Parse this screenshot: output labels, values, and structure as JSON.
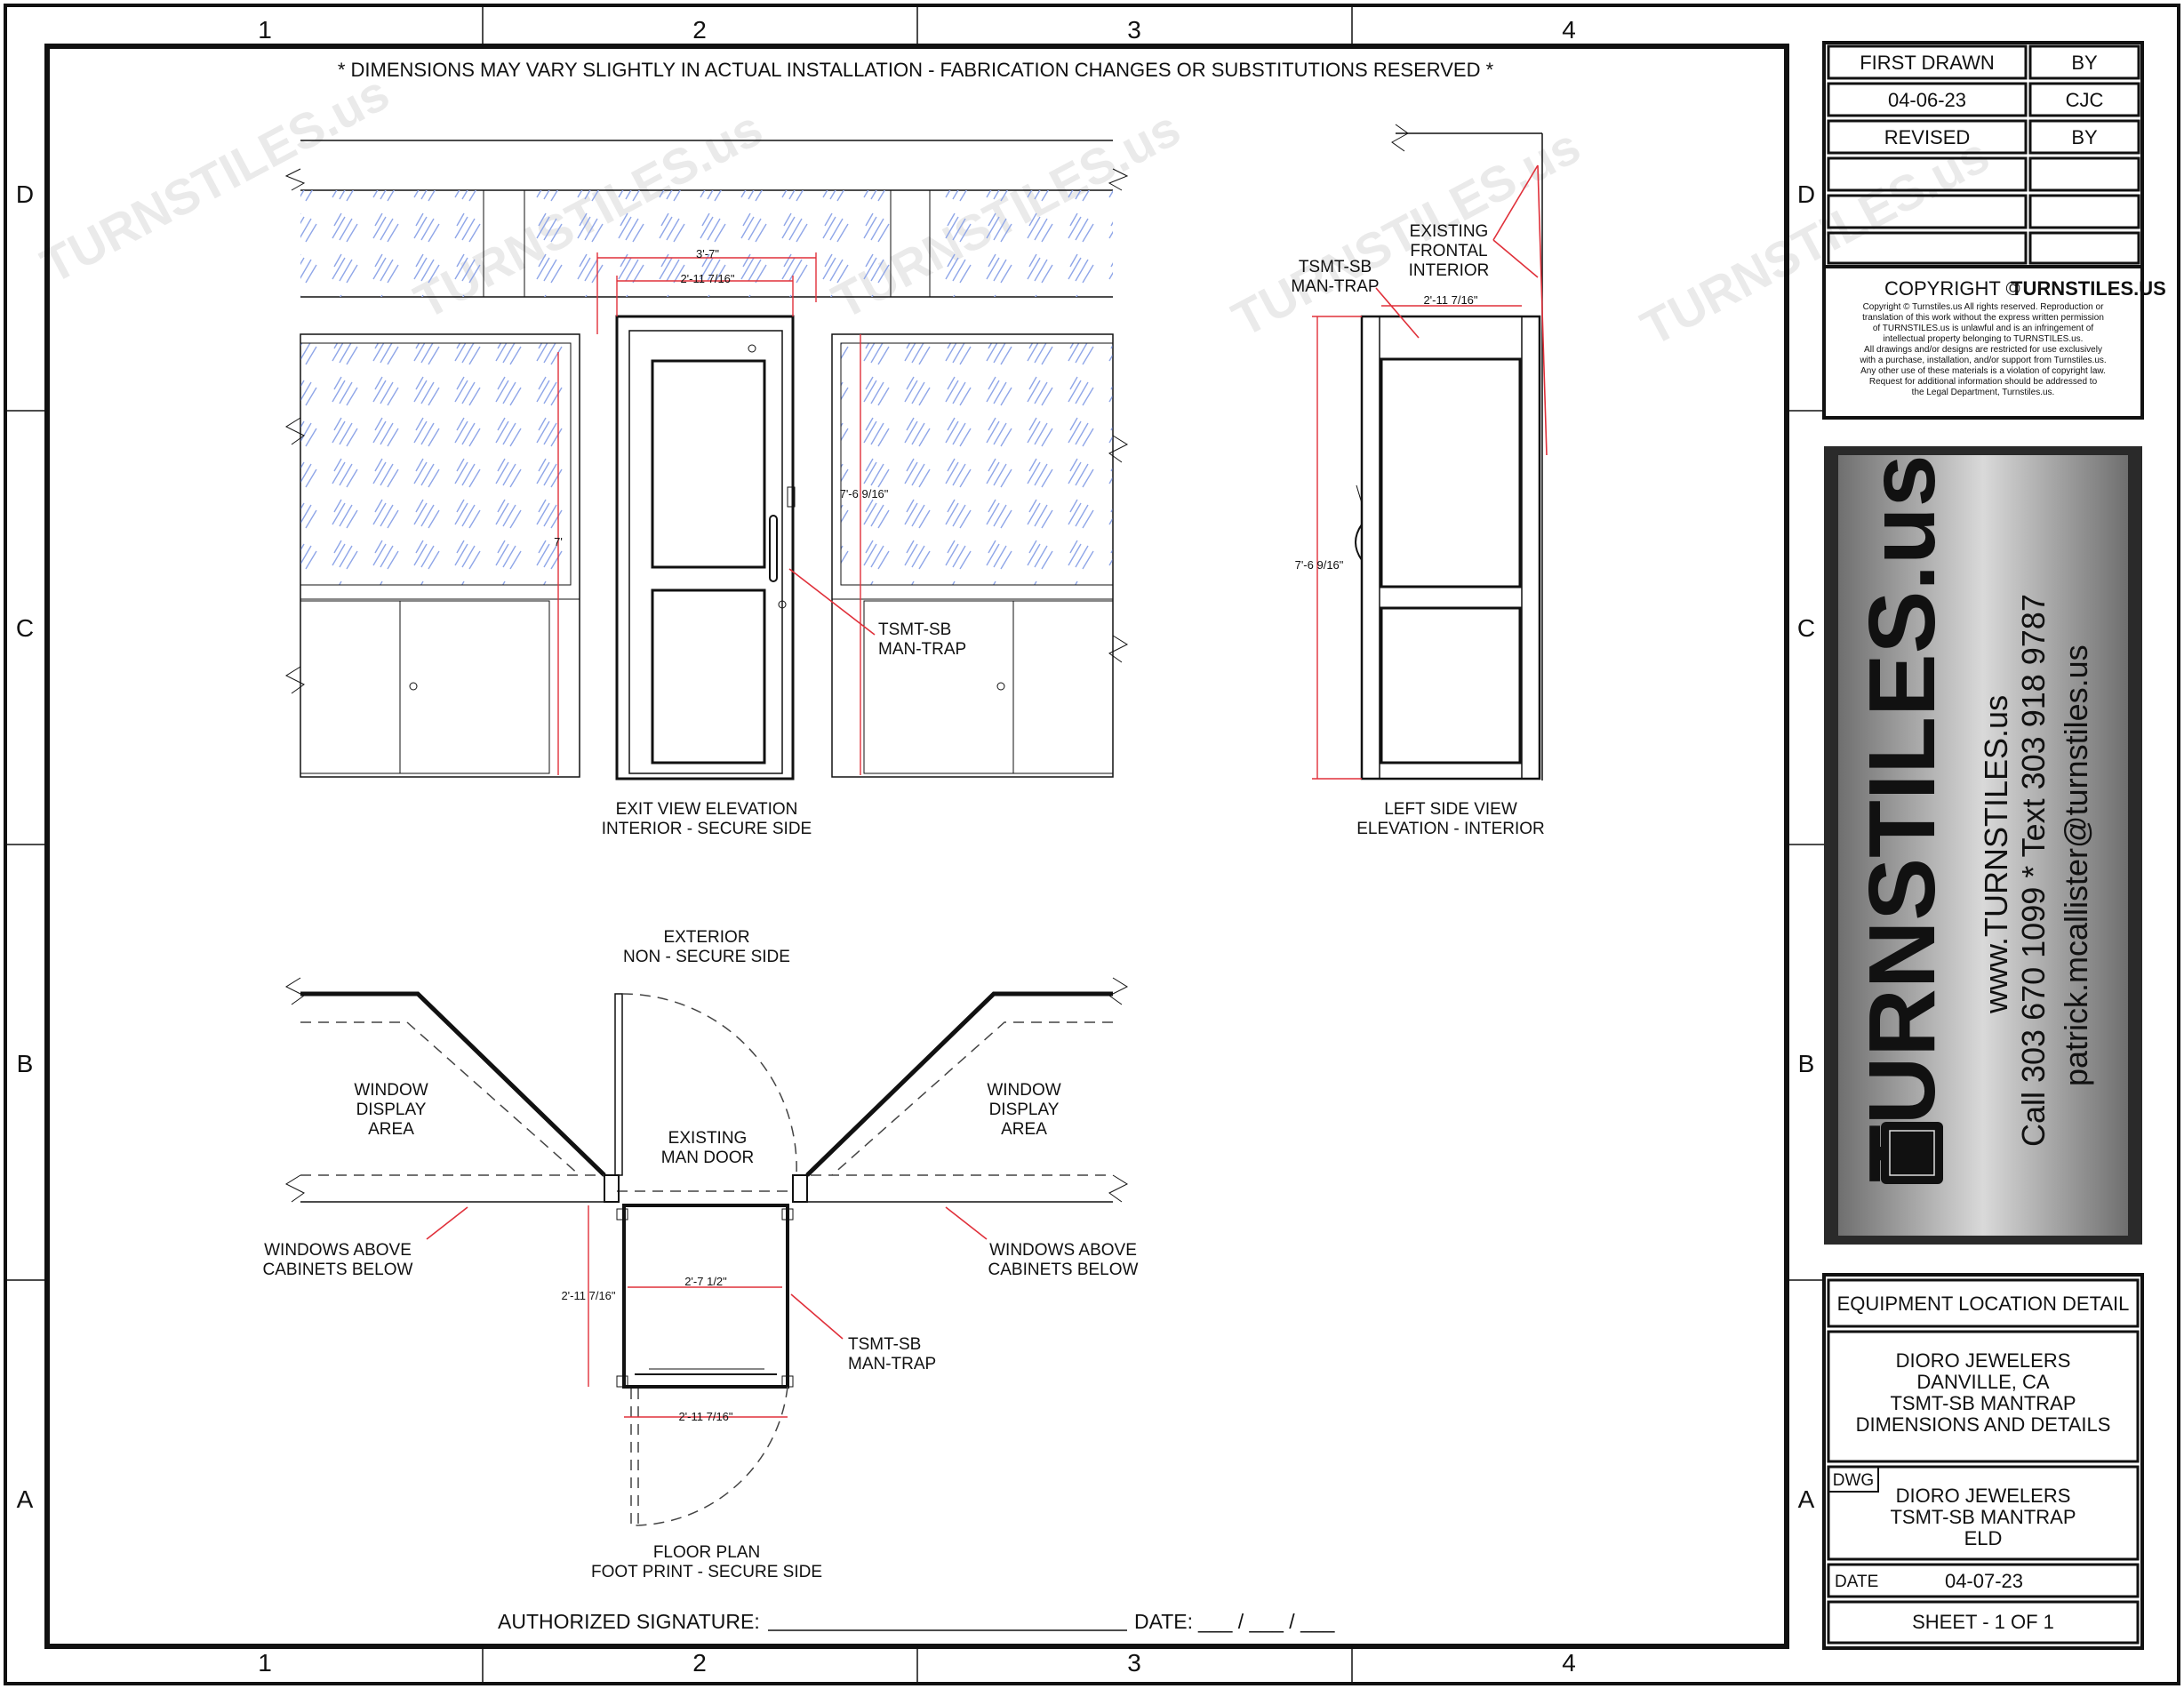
{
  "notice": "* DIMENSIONS MAY VARY SLIGHTLY IN ACTUAL INSTALLATION - FABRICATION CHANGES OR SUBSTITUTIONS RESERVED *",
  "grid": {
    "columns": [
      "1",
      "2",
      "3",
      "4"
    ],
    "rows": [
      "D",
      "C",
      "B",
      "A"
    ]
  },
  "views": {
    "exit_view": {
      "line1": "EXIT VIEW ELEVATION",
      "line2": "INTERIOR - SECURE SIDE"
    },
    "left_view": {
      "line1": "LEFT SIDE VIEW",
      "line2": "ELEVATION - INTERIOR"
    },
    "floor_plan": {
      "line1": "FLOOR PLAN",
      "line2": "FOOT PRINT - SECURE SIDE"
    }
  },
  "labels": {
    "mantrap_1": "TSMT-SB",
    "mantrap_2": "MAN-TRAP",
    "existing_frontal_1": "EXISTING",
    "existing_frontal_2": "FRONTAL",
    "existing_frontal_3": "INTERIOR",
    "exterior_1": "EXTERIOR",
    "exterior_2": "NON - SECURE SIDE",
    "window_1": "WINDOW",
    "window_2": "DISPLAY",
    "window_3": "AREA",
    "existing_door_1": "EXISTING",
    "existing_door_2": "MAN DOOR",
    "windows_above": "WINDOWS ABOVE",
    "cabinets_below": "CABINETS BELOW"
  },
  "dimensions": {
    "width_overall": "3'-7\"",
    "width_door": "2'-11 7/16\"",
    "height_left": "7'",
    "height_right": "7'-6 9/16\"",
    "side_width": "2'-11 7/16\"",
    "side_height": "7'-6 9/16\"",
    "plan_depth": "2'-11 7/16\"",
    "plan_inner": "2'-7 1/2\"",
    "plan_width": "2'-11 7/16\""
  },
  "signature": {
    "label": "AUTHORIZED SIGNATURE:",
    "date_label": "DATE:",
    "date_blank": "___ / ___ / ___"
  },
  "title_block": {
    "first_drawn": "FIRST DRAWN",
    "by": "BY",
    "first_date": "04-06-23",
    "drawn_by": "CJC",
    "revised": "REVISED",
    "revised_by": "BY",
    "copyright_prefix": "COPYRIGHT ©",
    "copyright_brand": "TURNSTILES.US",
    "copyright_lines": [
      "Copyright © Turnstiles.us All rights reserved. Reproduction or",
      "translation of this work without the express written permission",
      "of TURNSTILES.us is unlawful and is an infringement of",
      "intellectual property belonging to TURNSTILES.us.",
      "All drawings and/or designs are restricted for use exclusively",
      "with a purchase, installation, and/or support from Turnstiles.us.",
      "Any other use of these materials is a violation of copyright law.",
      "Request for additional information should be addressed to",
      "the Legal Department, Turnstiles.us."
    ],
    "brand": "TURNSTILES.us",
    "website": "www.TURNSTILES.us",
    "phone": "Call 303 670 1099 * Text 303 918 9787",
    "email": "patrick.mcallister@turnstiles.us",
    "eld_heading": "EQUIPMENT LOCATION DETAIL",
    "project_lines": [
      "DIORO JEWELERS",
      "DANVILLE, CA",
      "TSMT-SB MANTRAP",
      "DIMENSIONS AND DETAILS"
    ],
    "dwg_label": "DWG",
    "dwg_lines": [
      "DIORO JEWELERS",
      "TSMT-SB MANTRAP",
      "ELD"
    ],
    "date_label": "DATE",
    "date_value": "04-07-23",
    "sheet": "SHEET - 1  OF  1"
  },
  "watermark": "TURNSTILES.us",
  "colors": {
    "line": "#111111",
    "dimension": "#e0303a",
    "glass": "#8fa6e8",
    "brand_panel": "#b5b5b5"
  }
}
